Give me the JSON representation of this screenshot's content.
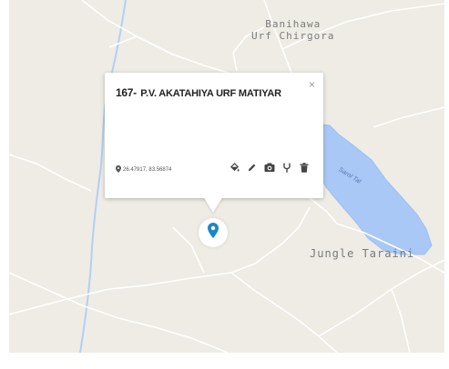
{
  "map": {
    "place_labels": {
      "village_line1": "Banihawa",
      "village_line2": "Urf Chirgora",
      "jungle": "Jungle Taraini",
      "water": "Sarol Tal"
    },
    "colors": {
      "land": "#eeece5",
      "water": "#a9c8f5",
      "stream": "#b3cff5",
      "road": "#ffffff"
    }
  },
  "popup": {
    "id_number": "167-",
    "name": "P.V. AKATAHIYA URF MATIYAR",
    "close_label": "×",
    "coordinates": "26.47917, 83.56874",
    "tools": [
      "paint-bucket-icon",
      "pencil-icon",
      "camera-icon",
      "tuning-fork-icon",
      "trash-icon"
    ],
    "marker_color": "#1d87c8"
  }
}
